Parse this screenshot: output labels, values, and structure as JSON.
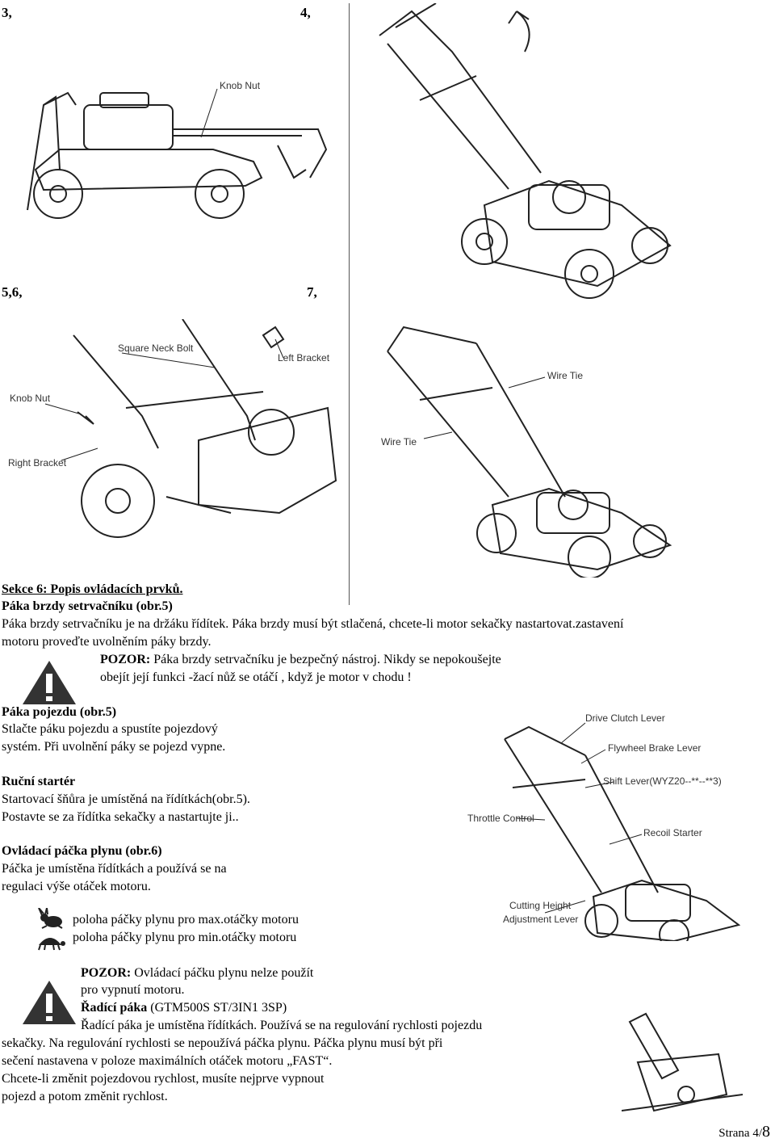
{
  "figure_labels": {
    "fig34_left": "3,",
    "fig34_right": "4,",
    "fig567_left": "5,6,",
    "fig567_right": "7,"
  },
  "callouts": {
    "fig3": [
      "Knob Nut"
    ],
    "fig5": [
      "Square Neck Bolt",
      "Left Bracket",
      "Knob Nut",
      "Right Bracket"
    ],
    "fig7": [
      "Wire Tie",
      "Wire Tie"
    ],
    "fig8": [
      "Drive Clutch Lever",
      "Flywheel Brake Lever",
      "Shift Lever(WYZ20--**--**3)",
      "Throttle Control",
      "Recoil Starter",
      "Cutting Height",
      "Adjustment Lever"
    ]
  },
  "section": {
    "heading": "Sekce 6: Popis ovládacích prvků.",
    "flywheel_title": "Páka brzdy setrvačníku (obr.5)",
    "flywheel_line1": "Páka brzdy setrvačníku je na držáku řídítek. Páka brzdy musí být stlačená, chcete-li motor sekačky nastartovat.zastavení",
    "flywheel_line2": "motoru proveďte uvolněním páky brzdy.",
    "warn1_label": "POZOR:",
    "warn1_line1": " Páka brzdy setrvačníku  je bezpečný nástroj. Nikdy se nepokoušejte",
    "warn1_line2": "obejít její funkci -žací nůž se otáčí , když je motor v chodu !",
    "drive_title": "Páka pojezdu (obr.5)",
    "drive_line1": "Stlačte páku pojezdu a spustíte pojezdový",
    "drive_line2": "systém. Při uvolnění páky se pojezd vypne.",
    "starter_title": "Ruční startér",
    "starter_line1": "Startovací šňůra je umístěná na řídítkách(obr.5).",
    "starter_line2": "Postavte se za řídítka sekačky a nastartujte ji..",
    "throttle_title": "Ovládací páčka plynu (obr.6)",
    "throttle_line1": "Páčka je umístěna řídítkách a používá se na",
    "throttle_line2": "regulaci výše otáček motoru.",
    "rabbit_text": "poloha páčky plynu pro max.otáčky motoru",
    "turtle_text": "poloha páčky plynu pro min.otáčky motoru",
    "warn2_label": "POZOR:",
    "warn2_line1": " Ovládací páčku plynu nelze použít",
    "warn2_line2": "pro vypnutí motoru.",
    "shift_title": "Řadící páka",
    "shift_model": " (GTM500S ST/3IN1 3SP)",
    "shift_line1": "Řadící páka je umístěna řídítkách. Používá se na regulování rychlosti pojezdu",
    "shift_line2": "sekačky. Na regulování rychlosti se nepoužívá páčka plynu. Páčka plynu musí být při",
    "shift_line3": "sečení nastavena v poloze maximálních otáček motoru „FAST“.",
    "shift_line4": "Chcete-li změnit pojezdovou rychlost, musíte nejprve vypnout",
    "shift_line5": "pojezd a potom změnit rychlost."
  },
  "footer": {
    "page_prefix": "Strana 4/",
    "page_total": "8"
  }
}
